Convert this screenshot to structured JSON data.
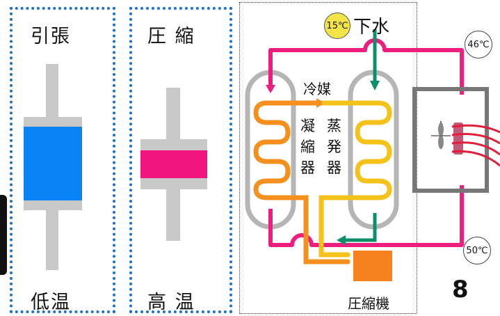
{
  "panels": {
    "tension": {
      "title": "引張",
      "bottom_label": "低温"
    },
    "compression": {
      "title": "圧 縮",
      "bottom_label": "高 温"
    }
  },
  "heat_pump": {
    "sewage_label": "下水",
    "sewage_temp": "15℃",
    "refrigerant_label": "冷媒",
    "condenser_label": [
      "凝",
      "縮",
      "器"
    ],
    "evaporator_label": [
      "蒸",
      "発",
      "器"
    ],
    "compressor_label": "圧縮機",
    "outlet_temp_top": "46℃",
    "outlet_temp_bottom": "50℃"
  },
  "slide_number": "8",
  "colors": {
    "panel_border": "#1f6fc5",
    "tension_fill": "#0a84f5",
    "compression_fill": "#f0157f",
    "rod": "#c8c8c8",
    "hot_pipe": "#ec1f7e",
    "refrigerant_hot": "#f5901e",
    "refrigerant_cold": "#f4c21a",
    "water_pipe": "#0b8f6b",
    "compressor": "#f5821f",
    "heater_coil": "#e01f3d"
  }
}
